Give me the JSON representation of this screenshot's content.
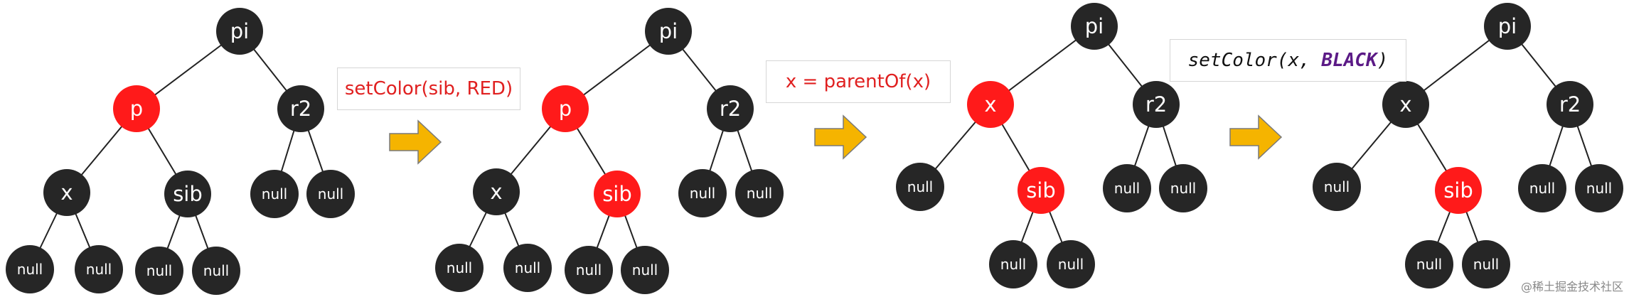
{
  "colors": {
    "black_node": "#262626",
    "red_node": "#ff1a1a",
    "edge": "#222222",
    "arrow_fill": "#f5b400",
    "arrow_stroke": "#7a7a7a"
  },
  "steps": [
    {
      "nodes": [
        {
          "id": "pi",
          "label": "pi",
          "color": "black"
        },
        {
          "id": "p",
          "label": "p",
          "color": "red"
        },
        {
          "id": "r2",
          "label": "r2",
          "color": "black"
        },
        {
          "id": "x",
          "label": "x",
          "color": "black"
        },
        {
          "id": "sib",
          "label": "sib",
          "color": "black"
        },
        {
          "id": "n1",
          "label": "null",
          "color": "black"
        },
        {
          "id": "n2",
          "label": "null",
          "color": "black"
        },
        {
          "id": "n3",
          "label": "null",
          "color": "black"
        },
        {
          "id": "n4",
          "label": "null",
          "color": "black"
        },
        {
          "id": "n5",
          "label": "null",
          "color": "black"
        },
        {
          "id": "n6",
          "label": "null",
          "color": "black"
        }
      ],
      "edges": [
        [
          "pi",
          "p"
        ],
        [
          "pi",
          "r2"
        ],
        [
          "p",
          "x"
        ],
        [
          "p",
          "sib"
        ],
        [
          "x",
          "n1"
        ],
        [
          "x",
          "n2"
        ],
        [
          "sib",
          "n3"
        ],
        [
          "sib",
          "n4"
        ],
        [
          "r2",
          "n5"
        ],
        [
          "r2",
          "n6"
        ]
      ]
    },
    {
      "nodes": [
        {
          "id": "pi",
          "label": "pi",
          "color": "black"
        },
        {
          "id": "p",
          "label": "p",
          "color": "red"
        },
        {
          "id": "r2",
          "label": "r2",
          "color": "black"
        },
        {
          "id": "x",
          "label": "x",
          "color": "black"
        },
        {
          "id": "sib",
          "label": "sib",
          "color": "red"
        },
        {
          "id": "n1",
          "label": "null",
          "color": "black"
        },
        {
          "id": "n2",
          "label": "null",
          "color": "black"
        },
        {
          "id": "n3",
          "label": "null",
          "color": "black"
        },
        {
          "id": "n4",
          "label": "null",
          "color": "black"
        },
        {
          "id": "n5",
          "label": "null",
          "color": "black"
        },
        {
          "id": "n6",
          "label": "null",
          "color": "black"
        }
      ],
      "edges": [
        [
          "pi",
          "p"
        ],
        [
          "pi",
          "r2"
        ],
        [
          "p",
          "x"
        ],
        [
          "p",
          "sib"
        ],
        [
          "x",
          "n1"
        ],
        [
          "x",
          "n2"
        ],
        [
          "sib",
          "n3"
        ],
        [
          "sib",
          "n4"
        ],
        [
          "r2",
          "n5"
        ],
        [
          "r2",
          "n6"
        ]
      ]
    },
    {
      "nodes": [
        {
          "id": "pi",
          "label": "pi",
          "color": "black"
        },
        {
          "id": "x",
          "label": "x",
          "color": "red"
        },
        {
          "id": "r2",
          "label": "r2",
          "color": "black"
        },
        {
          "id": "n1",
          "label": "null",
          "color": "black"
        },
        {
          "id": "sib",
          "label": "sib",
          "color": "red"
        },
        {
          "id": "n3",
          "label": "null",
          "color": "black"
        },
        {
          "id": "n4",
          "label": "null",
          "color": "black"
        },
        {
          "id": "n5",
          "label": "null",
          "color": "black"
        },
        {
          "id": "n6",
          "label": "null",
          "color": "black"
        }
      ],
      "edges": [
        [
          "pi",
          "x"
        ],
        [
          "pi",
          "r2"
        ],
        [
          "x",
          "n1"
        ],
        [
          "x",
          "sib"
        ],
        [
          "sib",
          "n3"
        ],
        [
          "sib",
          "n4"
        ],
        [
          "r2",
          "n5"
        ],
        [
          "r2",
          "n6"
        ]
      ]
    },
    {
      "nodes": [
        {
          "id": "pi",
          "label": "pi",
          "color": "black"
        },
        {
          "id": "x",
          "label": "x",
          "color": "black"
        },
        {
          "id": "r2",
          "label": "r2",
          "color": "black"
        },
        {
          "id": "n1",
          "label": "null",
          "color": "black"
        },
        {
          "id": "sib",
          "label": "sib",
          "color": "red"
        },
        {
          "id": "n3",
          "label": "null",
          "color": "black"
        },
        {
          "id": "n4",
          "label": "null",
          "color": "black"
        },
        {
          "id": "n5",
          "label": "null",
          "color": "black"
        },
        {
          "id": "n6",
          "label": "null",
          "color": "black"
        }
      ],
      "edges": [
        [
          "pi",
          "x"
        ],
        [
          "pi",
          "r2"
        ],
        [
          "x",
          "n1"
        ],
        [
          "x",
          "sib"
        ],
        [
          "sib",
          "n3"
        ],
        [
          "sib",
          "n4"
        ],
        [
          "r2",
          "n5"
        ],
        [
          "r2",
          "n6"
        ]
      ]
    }
  ],
  "operations": [
    {
      "text": "setColor(sib, RED)"
    },
    {
      "text": "x = parentOf(x)"
    },
    {
      "prefix": "setColor(x, ",
      "keyword": "BLACK",
      "suffix": ")"
    }
  ],
  "watermark": "@稀土掘金技术社区"
}
